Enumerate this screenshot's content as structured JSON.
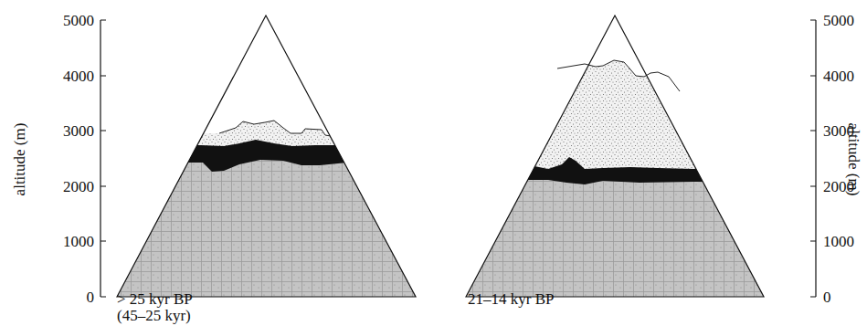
{
  "diagram": {
    "labels": [
      "5000",
      "4000",
      "3000",
      "2000",
      "1000",
      "0",
      "altitude (m)",
      "5000",
      "4000",
      "3000",
      "2000",
      "1000",
      "0",
      "altitude (m)",
      "> 25 kyr BP",
      "(45–25 kyr)",
      "21–14 kyr BP"
    ]
  }
}
